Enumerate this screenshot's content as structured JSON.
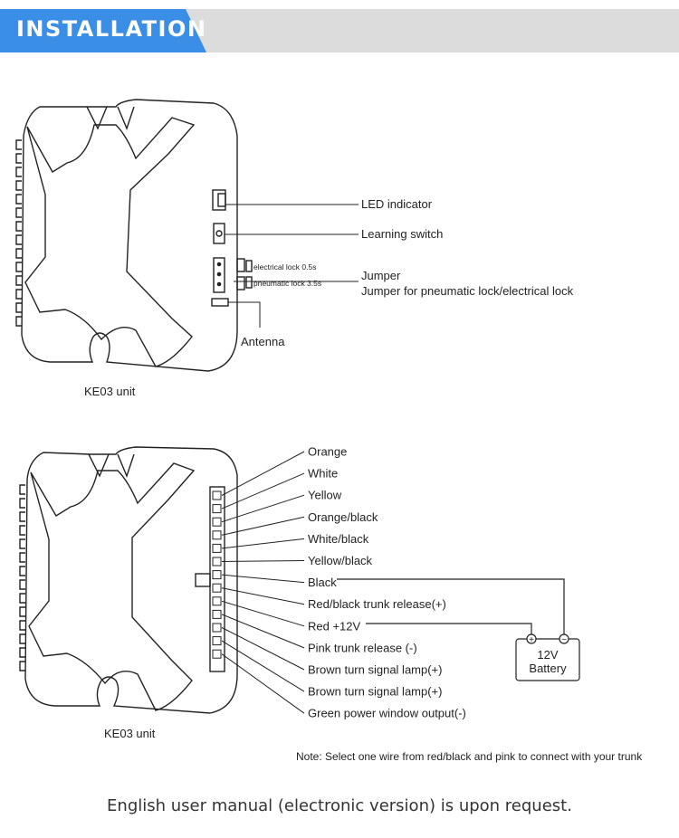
{
  "header": {
    "title": "INSTALLATION"
  },
  "unit1": {
    "caption": "KE03 unit",
    "labels": {
      "led": "LED indicator",
      "learning": "Learning switch",
      "jumper": "Jumper",
      "jumper_desc": "Jumper for pneumatic lock/electrical lock",
      "antenna": "Antenna",
      "electrical": "electrical lock 0.5s",
      "pneumatic": "pneumatic lock 3.5s"
    }
  },
  "unit2": {
    "caption": "KE03 unit",
    "wires": [
      "Orange",
      "White",
      "Yellow",
      "Orange/black",
      "White/black",
      "Yellow/black",
      "Black",
      "Red/black  trunk release(+)",
      "Red +12V",
      "Pink  trunk release (-)",
      "Brown   turn signal lamp(+)",
      "Brown   turn signal lamp(+)",
      "Green  power window output(-)"
    ],
    "battery": {
      "line1": "12V",
      "line2": "Battery",
      "plus": "+",
      "minus": "−"
    }
  },
  "note": "Note: Select one wire from red/black and pink to connect with your trunk",
  "footer": "English user manual (electronic version) is upon request.",
  "colors": {
    "header_blue": "#3a8ee6",
    "header_grey": "#dcdcdc"
  }
}
